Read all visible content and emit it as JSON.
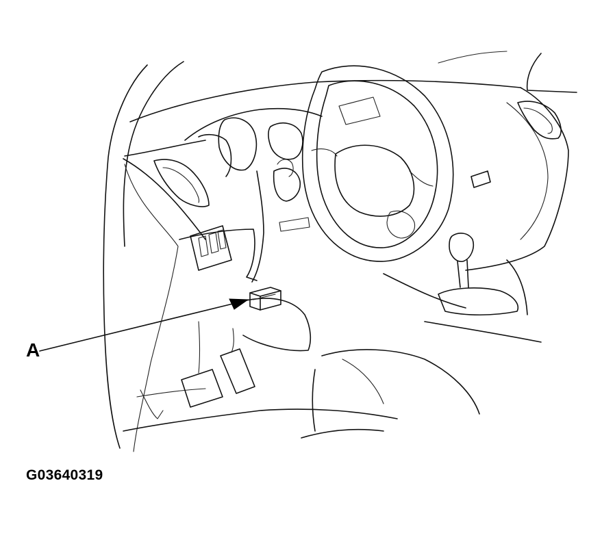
{
  "diagram": {
    "callout_label": "A",
    "figure_id": "G03640319",
    "subject_icon": "vehicle-interior-dashboard-line-drawing",
    "highlighted_part_icon": "connector-icon",
    "line_color": "#111111",
    "background_color": "#ffffff"
  }
}
